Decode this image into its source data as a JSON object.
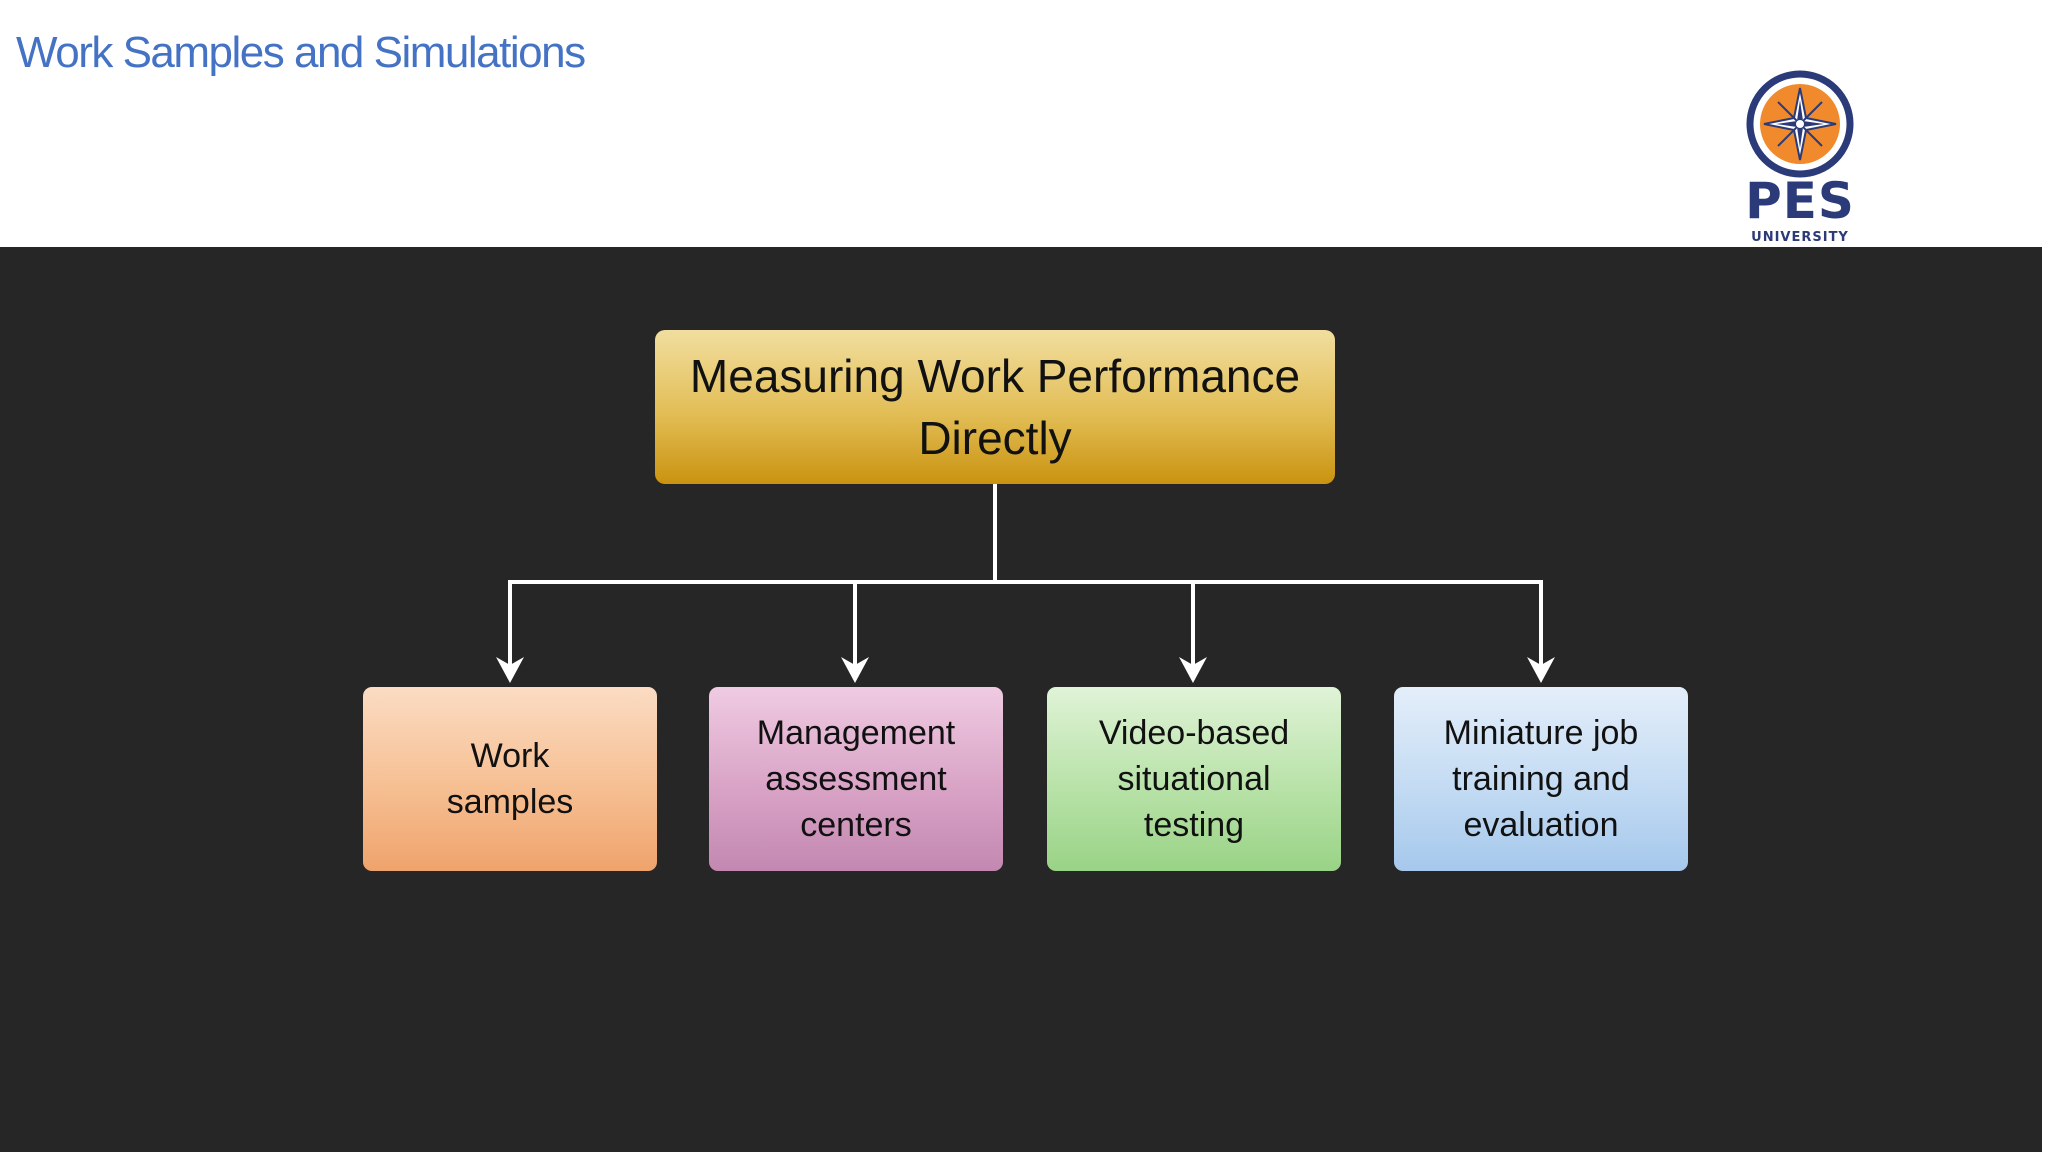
{
  "slide": {
    "title": "Work Samples and Simulations"
  },
  "logo": {
    "wordmark": "PES",
    "subtitle": "UNIVERSITY",
    "colors": {
      "ring": "#2b3a78",
      "fill": "#f08a2c",
      "star": "#2b3a78"
    }
  },
  "diagram": {
    "root": {
      "label": "Measuring Work Performance\nDirectly"
    },
    "children": [
      {
        "label": "Work\nsamples"
      },
      {
        "label": "Management\nassessment\ncenters"
      },
      {
        "label": "Video-based\nsituational\ntesting"
      },
      {
        "label": "Miniature job\ntraining  and\nevaluation"
      }
    ]
  },
  "colors": {
    "title": "#4472c4",
    "background": "#262626",
    "connector": "#ffffff"
  }
}
